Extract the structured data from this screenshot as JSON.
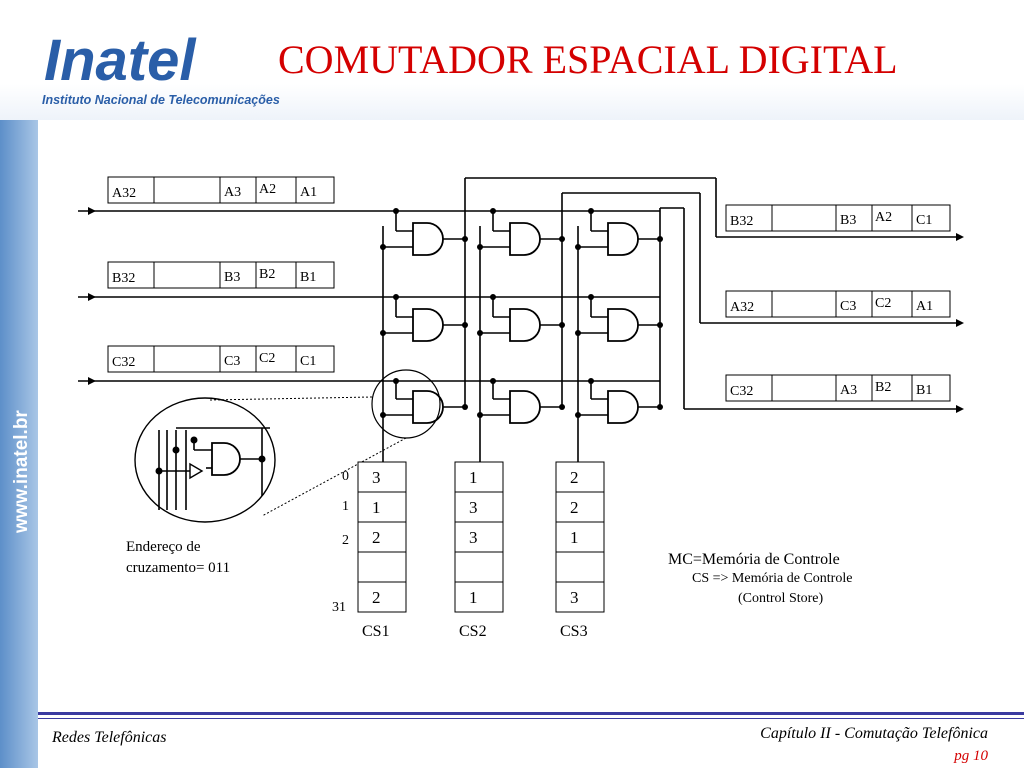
{
  "header": {
    "logo_text": "Inatel",
    "logo_subtitle": "Instituto Nacional de Telecomunicações",
    "title": "COMUTADOR ESPACIAL DIGITAL"
  },
  "sidebar": {
    "url_text": "www.inatel.br"
  },
  "inputs": [
    {
      "first": "A32",
      "slots": [
        "A3",
        "A2",
        "A1"
      ]
    },
    {
      "first": "B32",
      "slots": [
        "B3",
        "B2",
        "B1"
      ]
    },
    {
      "first": "C32",
      "slots": [
        "C3",
        "C2",
        "C1"
      ]
    }
  ],
  "outputs": [
    {
      "first": "B32",
      "slots": [
        "B3",
        "A2",
        "C1"
      ]
    },
    {
      "first": "A32",
      "slots": [
        "C3",
        "C2",
        "A1"
      ]
    },
    {
      "first": "C32",
      "slots": [
        "A3",
        "B2",
        "B1"
      ]
    }
  ],
  "control_stores": {
    "row_labels": [
      "0",
      "1",
      "2",
      "31"
    ],
    "columns": [
      {
        "name": "CS1",
        "cells": [
          "3",
          "1",
          "2",
          "",
          "2"
        ]
      },
      {
        "name": "CS2",
        "cells": [
          "1",
          "3",
          "3",
          "",
          "1"
        ]
      },
      {
        "name": "CS3",
        "cells": [
          "2",
          "2",
          "1",
          "",
          "3"
        ]
      }
    ]
  },
  "annotations": {
    "address_line1": "Endereço de",
    "address_line2": "cruzamento= 011",
    "mc_label": "MC=Memória de Controle",
    "cs_label": "CS => Memória de Controle",
    "cs_label2": "(Control Store)"
  },
  "footer": {
    "left": "Redes Telefônicas",
    "right": "Capítulo II - Comutação Telefônica",
    "page": "pg 10"
  },
  "colors": {
    "title": "#d40000",
    "logo": "#2a5ea8",
    "sidebar": "#5d8fc9"
  }
}
